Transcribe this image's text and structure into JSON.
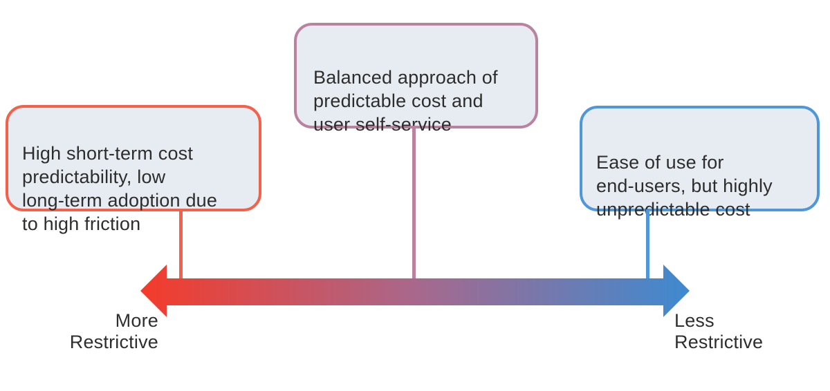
{
  "diagram": {
    "box_background": "#e7ecf2",
    "text_color": "#2d2d2d",
    "boxes": [
      {
        "id": "more-restrictive",
        "text": "High short-term cost\npredictability, low\nlong-term adoption due\nto high friction",
        "accent_color": "#f4604a"
      },
      {
        "id": "balanced",
        "text": "Balanced approach of\npredictable cost and\nuser self-service",
        "accent_color": "#bb82a0"
      },
      {
        "id": "less-restrictive",
        "text": "Ease of use for\nend-users, but highly\nunpredictable cost",
        "accent_color": "#4f97d9"
      }
    ],
    "arrow": {
      "left_label": "More\nRestrictive",
      "right_label": "Less\nRestrictive",
      "gradient_start": "#f43b2a",
      "gradient_mid": "#a8688c",
      "gradient_end": "#3e8ad0"
    }
  }
}
